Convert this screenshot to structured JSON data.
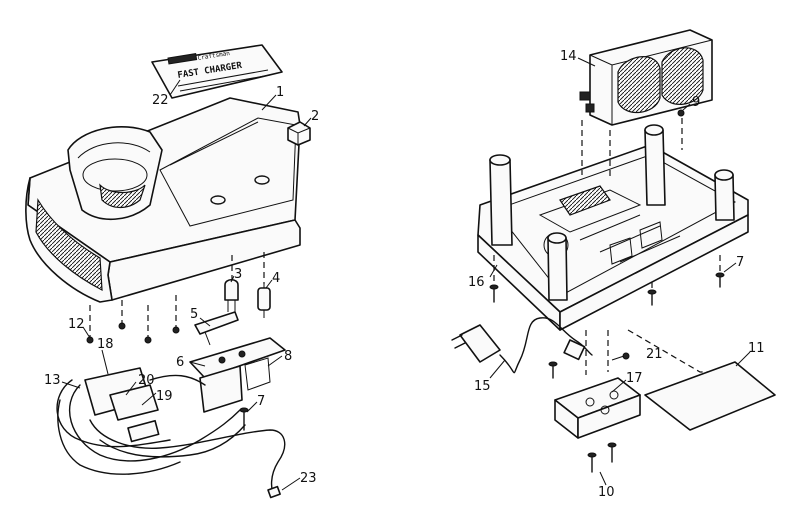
{
  "nameplate": {
    "brand": "Craftsman",
    "title": "FAST CHARGER"
  },
  "callouts": [
    {
      "id": "c1",
      "label": "1"
    },
    {
      "id": "c2",
      "label": "2"
    },
    {
      "id": "c3",
      "label": "3"
    },
    {
      "id": "c4",
      "label": "4"
    },
    {
      "id": "c5",
      "label": "5"
    },
    {
      "id": "c6",
      "label": "6"
    },
    {
      "id": "c7a",
      "label": "7"
    },
    {
      "id": "c7b",
      "label": "7"
    },
    {
      "id": "c8",
      "label": "8"
    },
    {
      "id": "c9",
      "label": "9"
    },
    {
      "id": "c10",
      "label": "10"
    },
    {
      "id": "c11",
      "label": "11"
    },
    {
      "id": "c12",
      "label": "12"
    },
    {
      "id": "c13",
      "label": "13"
    },
    {
      "id": "c14",
      "label": "14"
    },
    {
      "id": "c15",
      "label": "15"
    },
    {
      "id": "c16",
      "label": "16"
    },
    {
      "id": "c17",
      "label": "17"
    },
    {
      "id": "c18",
      "label": "18"
    },
    {
      "id": "c19",
      "label": "19"
    },
    {
      "id": "c20",
      "label": "20"
    },
    {
      "id": "c21",
      "label": "21"
    },
    {
      "id": "c22",
      "label": "22"
    },
    {
      "id": "c23",
      "label": "23"
    }
  ]
}
